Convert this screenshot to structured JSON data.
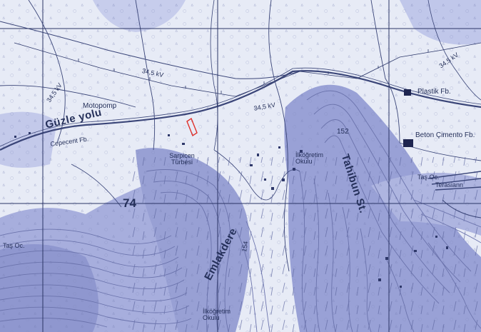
{
  "map": {
    "colors": {
      "paper": "#e7ebf6",
      "relief_dark": "#9aa3d6",
      "relief_mid": "#b9c0e4",
      "contour": "#6b73ac",
      "grid": "#2b3566",
      "road": "#3a4578",
      "parcel": "#e0302a"
    },
    "labels": {
      "guzle_yolu": "Güzle yolu",
      "motopomp": "Motopomp",
      "cepecent": "Cepecent Fb.",
      "turbe": "Sarpicen Türbesi",
      "grid_74": "74",
      "emlakdere": "Emlakdere",
      "ilkogretim_1": "İlköğretim Okulu",
      "ilkogretim_2": "İlköğretim Okulu",
      "plastik": "Plastik Fb.",
      "beton": "Beton Çimento Fb.",
      "tas_oc_1": "Taş Oc.",
      "tas_oc_2": "Taş Oc.",
      "terasiann": "Terasiann",
      "power_1": "34,5 kV",
      "power_2": "34,5 kV",
      "power_3": "34,5 kV",
      "power_4": "34,5 kV",
      "street": "Tahibun St.",
      "elev_1": "152",
      "elev_2": "154"
    },
    "icons": [
      "factory-icon",
      "parcel-marker-icon"
    ]
  }
}
